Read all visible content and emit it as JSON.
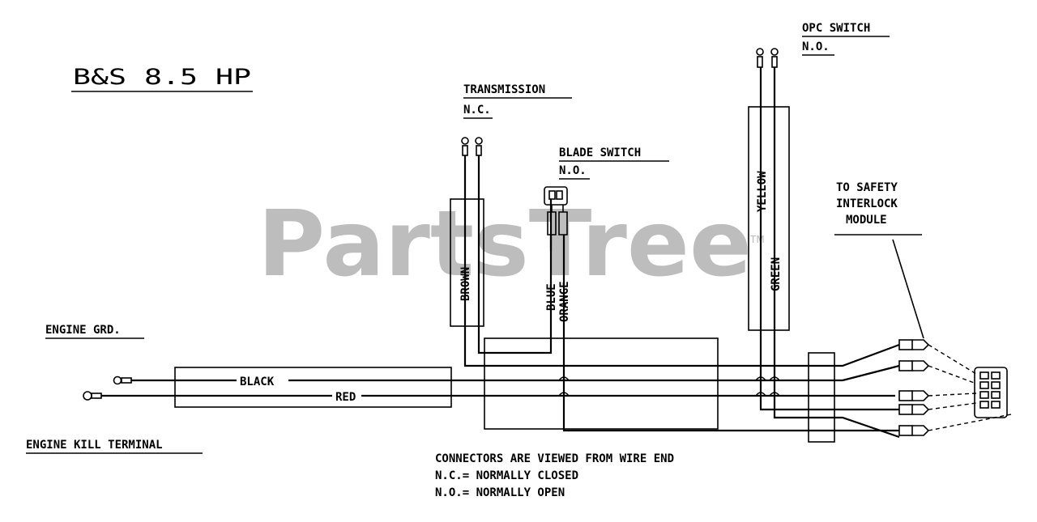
{
  "watermark": {
    "text": "PartsTree",
    "mark": "TM"
  },
  "title": "B&S 8.5 HP",
  "labels": {
    "transmission": "TRANSMISSION",
    "transmission_state": "N.C.",
    "blade_switch": "BLADE SWITCH",
    "blade_switch_state": "N.O.",
    "opc_switch": "OPC SWITCH",
    "opc_switch_state": "N.O.",
    "safety_line1": "TO SAFETY",
    "safety_line2": "INTERLOCK",
    "safety_line3": "MODULE",
    "engine_ground": "ENGINE GRD.",
    "engine_kill": "ENGINE KILL TERMINAL"
  },
  "wires": {
    "black": "BLACK",
    "red": "RED",
    "brown": "BROWN",
    "blue": "BLUE",
    "orange": "ORANGE",
    "yellow": "YELLOW",
    "green": "GREEN"
  },
  "notes": {
    "line1": "CONNECTORS ARE VIEWED FROM WIRE END",
    "line2": "N.C.= NORMALLY CLOSED",
    "line3": "N.O.= NORMALLY OPEN"
  }
}
